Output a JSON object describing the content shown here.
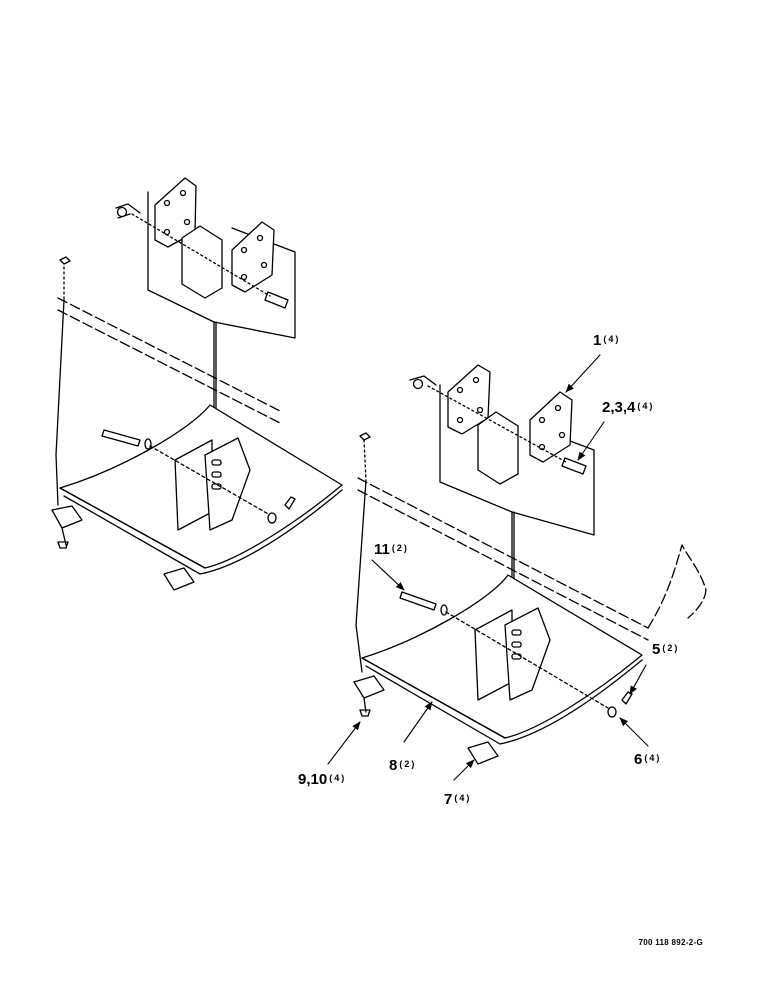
{
  "callouts": [
    {
      "id": "c1",
      "number": "1",
      "qty": "(4)"
    },
    {
      "id": "c2",
      "number": "2,3,4",
      "qty": "(4)"
    },
    {
      "id": "c11",
      "number": "11",
      "qty": "(2)"
    },
    {
      "id": "c5",
      "number": "5",
      "qty": "(2)"
    },
    {
      "id": "c6",
      "number": "6",
      "qty": "(4)"
    },
    {
      "id": "c8",
      "number": "8",
      "qty": "(2)"
    },
    {
      "id": "c9",
      "number": "9,10",
      "qty": "(4)"
    },
    {
      "id": "c7",
      "number": "7",
      "qty": "(4)"
    }
  ],
  "figure_ref": "700 118 892-2-G"
}
